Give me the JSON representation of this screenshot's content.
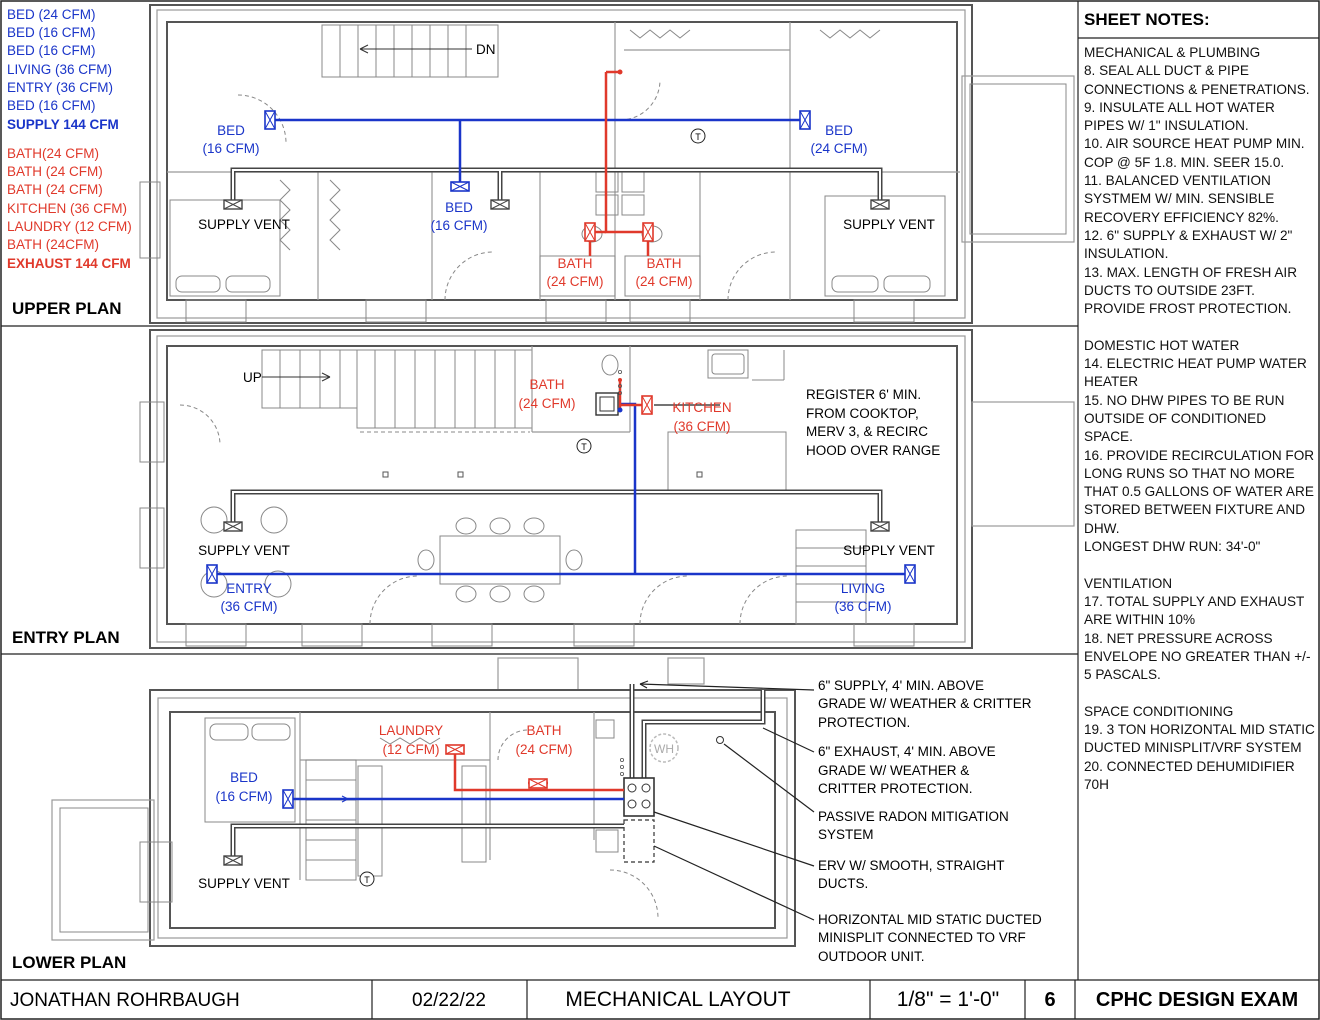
{
  "legend_supply": [
    "BED (24 CFM)",
    "BED (16 CFM)",
    "BED (16 CFM)",
    "LIVING (36 CFM)",
    "ENTRY (36 CFM)",
    "BED (16 CFM)"
  ],
  "supply_total": "SUPPLY 144 CFM",
  "legend_exhaust": [
    "BATH(24 CFM)",
    "BATH (24 CFM)",
    "BATH (24 CFM)",
    "KITCHEN (36 CFM)",
    "LAUNDRY (12 CFM)",
    "BATH (24CFM)"
  ],
  "exhaust_total": "EXHAUST 144 CFM",
  "plans": {
    "upper": "UPPER PLAN",
    "entry": "ENTRY PLAN",
    "lower": "LOWER PLAN"
  },
  "upper": {
    "dn": "DN",
    "bed_left": [
      "BED",
      "(16 CFM)"
    ],
    "bed_center": [
      "BED",
      "(16 CFM)"
    ],
    "bed_right": [
      "BED",
      "(24 CFM)"
    ],
    "bath_a": [
      "BATH",
      "(24 CFM)"
    ],
    "bath_b": [
      "BATH",
      "(24 CFM)"
    ],
    "supply_vent": "SUPPLY VENT",
    "thermostat": "T"
  },
  "entry": {
    "up": "UP",
    "bath": [
      "BATH",
      "(24 CFM)"
    ],
    "kitchen": [
      "KITCHEN",
      "(36 CFM)"
    ],
    "register_note": [
      "REGISTER 6' MIN.",
      "FROM COOKTOP,",
      "MERV 3, & RECIRC",
      "HOOD OVER RANGE"
    ],
    "entry_label": [
      "ENTRY",
      "(36 CFM)"
    ],
    "living_label": [
      "LIVING",
      "(36 CFM)"
    ],
    "supply_vent": "SUPPLY VENT",
    "thermostat": "T"
  },
  "lower": {
    "laundry": [
      "LAUNDRY",
      "(12 CFM)"
    ],
    "bath": [
      "BATH",
      "(24 CFM)"
    ],
    "bed": [
      "BED",
      "(16 CFM)"
    ],
    "wh": "WH",
    "supply_vent": "SUPPLY VENT",
    "thermostat": "T",
    "callouts": [
      [
        "6\" SUPPLY, 4' MIN. ABOVE",
        "GRADE W/ WEATHER & CRITTER",
        "PROTECTION."
      ],
      [
        "6\" EXHAUST, 4' MIN. ABOVE",
        "GRADE W/ WEATHER &",
        "CRITTER PROTECTION."
      ],
      [
        "PASSIVE RADON MITIGATION",
        "SYSTEM"
      ],
      [
        "ERV W/ SMOOTH, STRAIGHT",
        "DUCTS."
      ],
      [
        "HORIZONTAL MID STATIC DUCTED",
        "MINISPLIT CONNECTED TO VRF",
        "OUTDOOR UNIT."
      ]
    ]
  },
  "sheet_notes": {
    "title": "SHEET NOTES:",
    "text": "MECHANICAL & PLUMBING\n8. SEAL ALL DUCT & PIPE CONNECTIONS & PENETRATIONS.\n9. INSULATE ALL HOT WATER PIPES W/ 1\" INSULATION.\n10. AIR SOURCE HEAT PUMP MIN. COP @ 5F 1.8. MIN. SEER 15.0.\n11. BALANCED VENTILATION SYSTMEM W/ MIN. SENSIBLE RECOVERY EFFICIENCY 82%.\n12. 6\" SUPPLY & EXHAUST W/ 2\" INSULATION.\n13. MAX. LENGTH OF FRESH AIR DUCTS TO OUTSIDE 23FT. PROVIDE FROST PROTECTION.\n\nDOMESTIC HOT WATER\n14. ELECTRIC HEAT PUMP WATER HEATER\n15. NO DHW PIPES TO BE RUN OUTSIDE OF CONDITIONED SPACE.\n16. PROVIDE RECIRCULATION FOR LONG RUNS SO THAT NO MORE THAT 0.5 GALLONS OF WATER ARE STORED BETWEEN FIXTURE AND DHW.\nLONGEST DHW RUN: 34'-0\"\n\nVENTILATION\n17. TOTAL SUPPLY AND EXHAUST ARE WITHIN 10%\n18. NET PRESSURE ACROSS ENVELOPE NO GREATER THAN +/- 5 PASCALS.\n\nSPACE CONDITIONING\n19. 3 TON HORIZONTAL MID STATIC DUCTED MINISPLIT/VRF SYSTEM\n20. CONNECTED DEHUMIDIFIER 70H"
  },
  "title_block": {
    "author": "JONATHAN ROHRBAUGH",
    "date": "02/22/22",
    "sheet_title": "MECHANICAL LAYOUT",
    "scale": "1/8\" = 1'-0\"",
    "sheet_number": "6",
    "project": "CPHC DESIGN EXAM"
  },
  "colors": {
    "supply": "#1a35c9",
    "exhaust": "#e0392b",
    "duct": "#444444"
  }
}
